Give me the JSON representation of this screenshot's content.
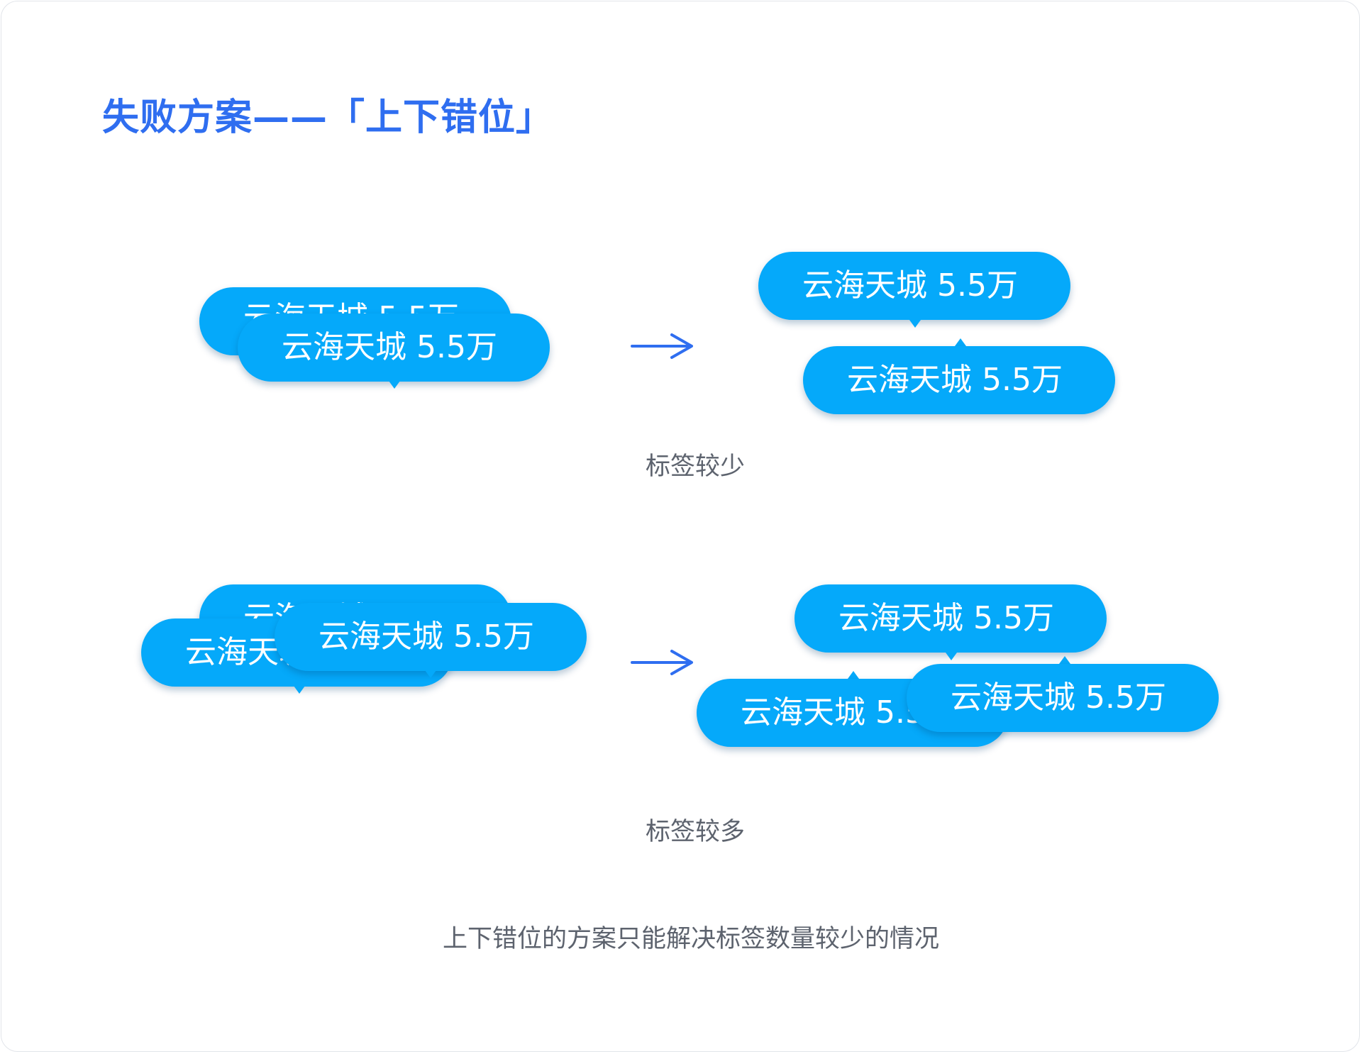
{
  "title": "失败方案——「上下错位」",
  "tag_label": "云海天城 5.5万",
  "captions": {
    "few": "标签较少",
    "many": "标签较多"
  },
  "summary": "上下错位的方案只能解决标签数量较少的情况",
  "colors": {
    "accent": "#2f6ef0",
    "tag_bg": "#05a9fa",
    "tag_text": "#ffffff",
    "caption_text": "#5d636e"
  },
  "icons": [
    "arrow-right-icon"
  ]
}
